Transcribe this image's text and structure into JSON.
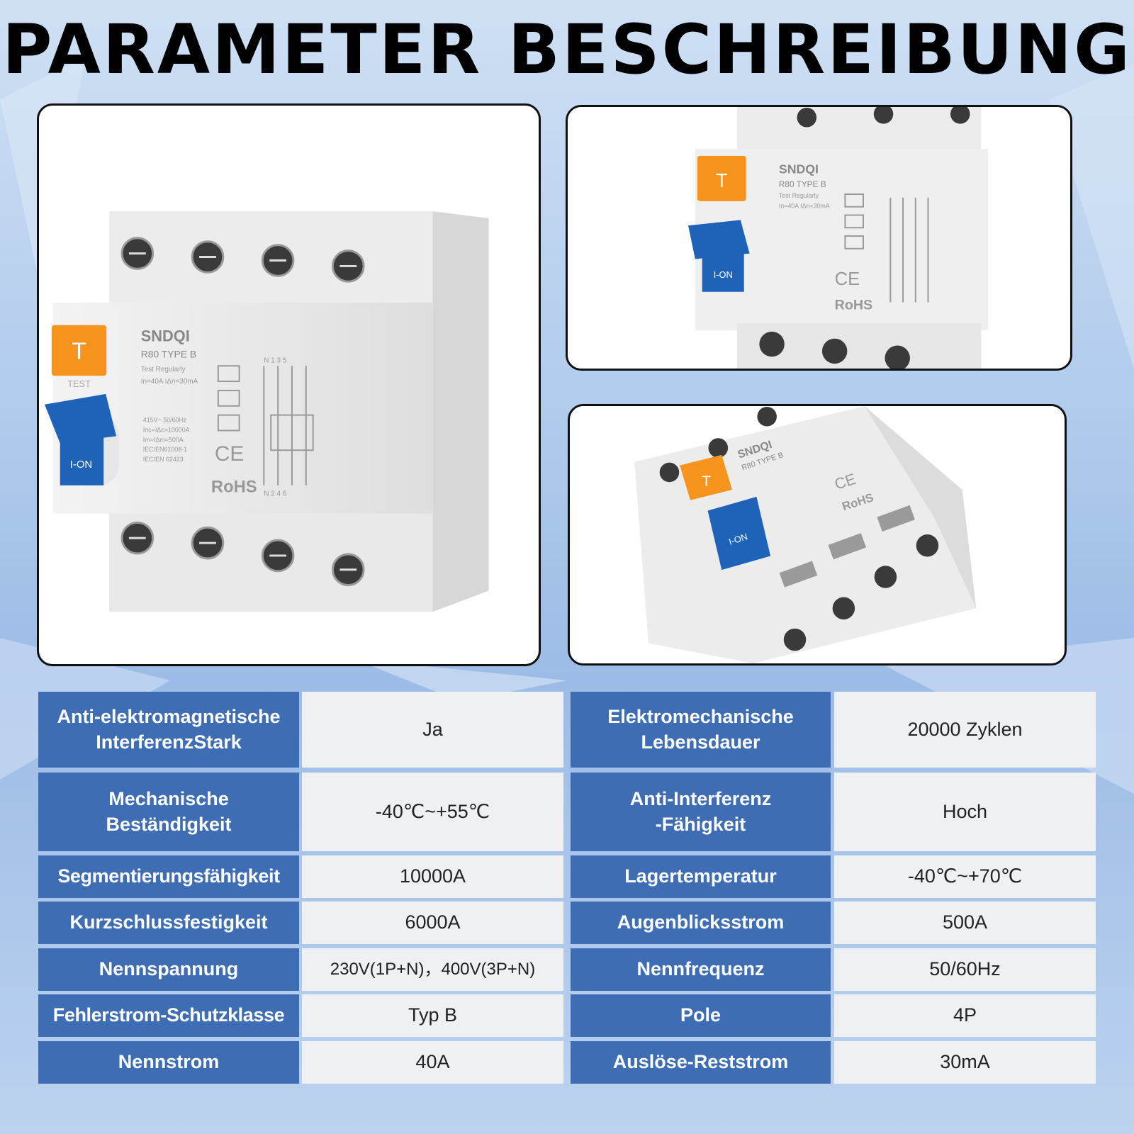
{
  "title": "PARAMETER BESCHREIBUNG",
  "device": {
    "brand": "SNDQI",
    "model": "R80  TYPE B",
    "test_text": "Test Regularly",
    "rating": "In=40A  IΔn=30mA",
    "spec_lines": [
      "415V~ 50/60Hz",
      "Inc=IΔc=10000A",
      "Im=IΔm=500A",
      "IEC/EN61008-1",
      "IEC/EN 62423"
    ],
    "test_button": "T",
    "test_label": "TEST",
    "switch_label": "I-ON",
    "ce": "CE",
    "rohs": "RoHS",
    "top_terminals": "N 1 3 5",
    "bottom_terminals": "N 2 4 6"
  },
  "specs": {
    "left": [
      {
        "label": "Anti-elektromagnetische\nInterferenzStark",
        "value": "Ja"
      },
      {
        "label": "Mechanische\nBeständigkeit",
        "value": "-40℃~+55℃"
      },
      {
        "label": "Segmentierungsfähigkeit",
        "value": "10000A"
      },
      {
        "label": "Kurzschlussfestigkeit",
        "value": "6000A"
      },
      {
        "label": "Nennspannung",
        "value": "230V(1P+N)，400V(3P+N)"
      },
      {
        "label": "Fehlerstrom-Schutzklasse",
        "value": "Typ B"
      },
      {
        "label": "Nennstrom",
        "value": "40A"
      }
    ],
    "right": [
      {
        "label": "Elektromechanische\nLebensdauer",
        "value": "20000 Zyklen"
      },
      {
        "label": "Anti-Interferenz\n-Fähigkeit",
        "value": "Hoch"
      },
      {
        "label": "Lagertemperatur",
        "value": "-40℃~+70℃"
      },
      {
        "label": "Augenblicksstrom",
        "value": "500A"
      },
      {
        "label": "Nennfrequenz",
        "value": "50/60Hz"
      },
      {
        "label": "Pole",
        "value": "4P"
      },
      {
        "label": "Auslöse-Reststrom",
        "value": "30mA"
      }
    ]
  },
  "colors": {
    "label_bg": "#3f6db4",
    "value_bg": "#eef0f2",
    "test_button": "#f7941d",
    "switch": "#1f63b8"
  }
}
